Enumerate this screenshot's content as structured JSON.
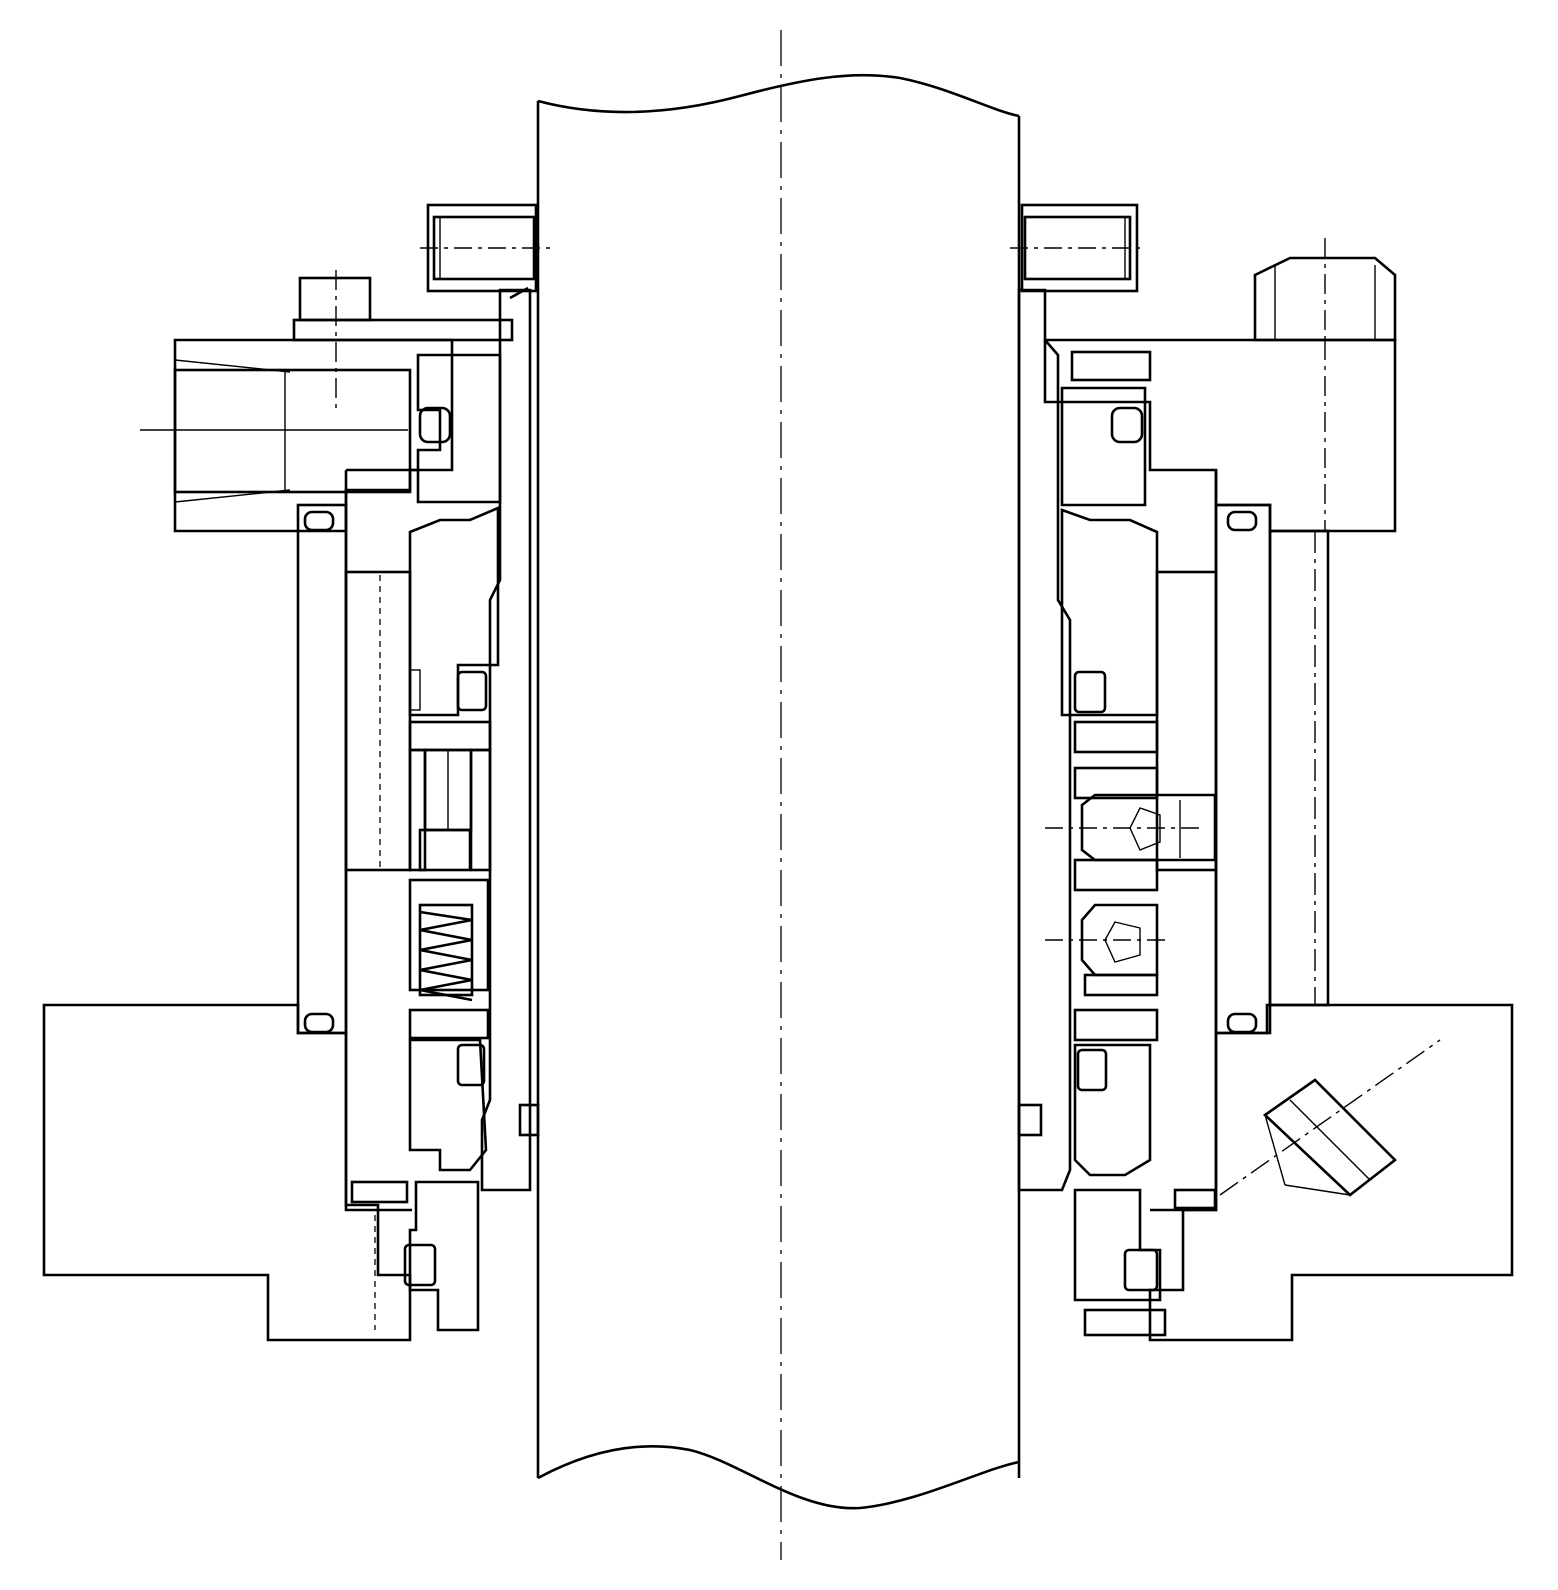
{
  "drawing": {
    "type": "mechanical-seal-cross-section",
    "background": "#ffffff",
    "line_color": "#000000",
    "icons": [
      "hatch-diagonal",
      "hatch-crosshatch",
      "spring",
      "set-screw",
      "hex-nut",
      "o-ring"
    ]
  }
}
